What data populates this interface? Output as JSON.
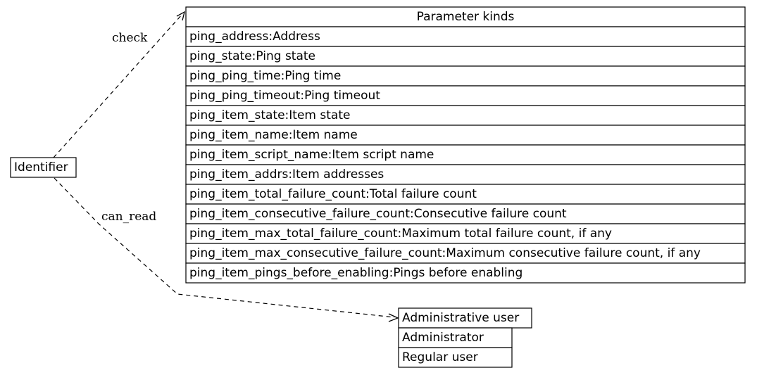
{
  "identifier": {
    "label": "Identifier"
  },
  "parameter_kinds": {
    "title": "Parameter kinds",
    "rows": [
      "ping_address:Address",
      "ping_state:Ping state",
      "ping_ping_time:Ping time",
      "ping_ping_timeout:Ping timeout",
      "ping_item_state:Item state",
      "ping_item_name:Item name",
      "ping_item_script_name:Item script name",
      "ping_item_addrs:Item addresses",
      "ping_item_total_failure_count:Total failure count",
      "ping_item_consecutive_failure_count:Consecutive failure count",
      "ping_item_max_total_failure_count:Maximum total failure count, if any",
      "ping_item_max_consecutive_failure_count:Maximum consecutive failure count, if any",
      "ping_item_pings_before_enabling:Pings before enabling"
    ]
  },
  "administrative_user": {
    "title": "Administrative user",
    "rows": [
      "Administrator",
      "Regular user"
    ]
  },
  "edges": {
    "check": "check",
    "can_read": "can_read"
  }
}
